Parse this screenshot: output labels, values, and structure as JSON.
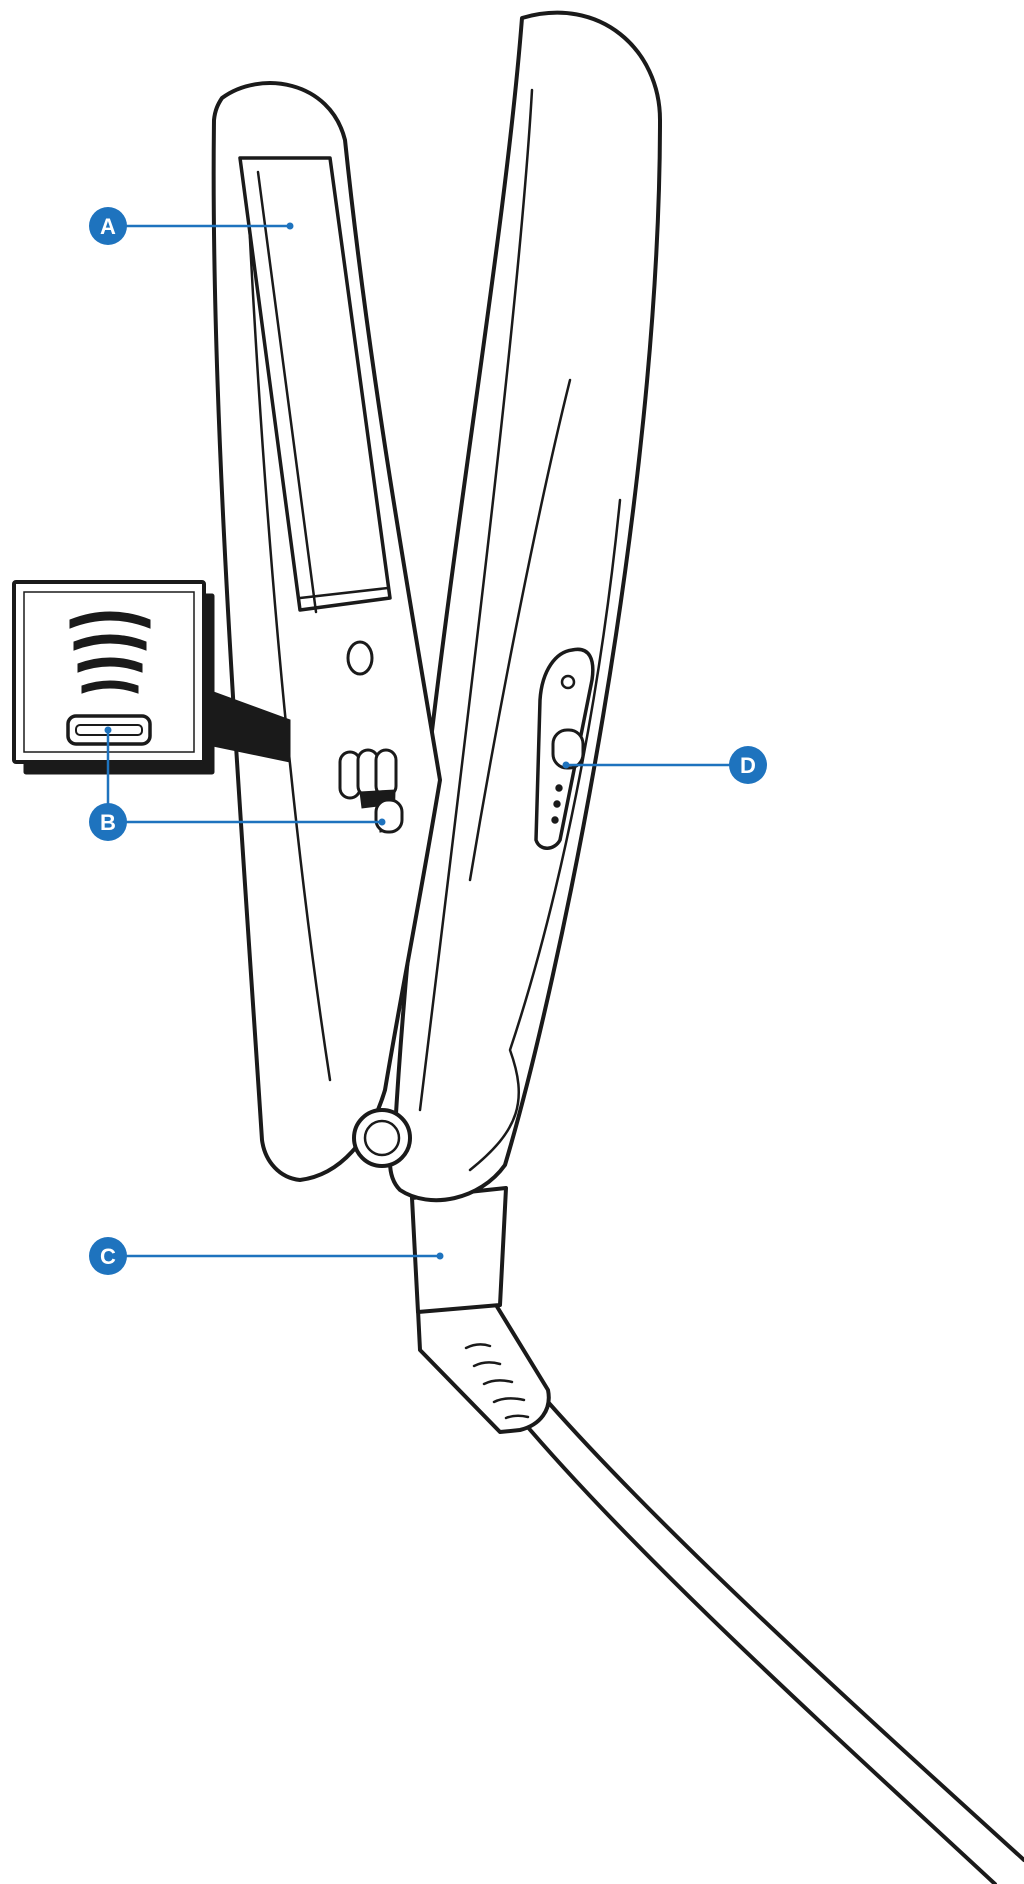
{
  "diagram": {
    "callouts": [
      {
        "id": "A",
        "label": "A"
      },
      {
        "id": "B",
        "label": "B"
      },
      {
        "id": "C",
        "label": "C"
      },
      {
        "id": "D",
        "label": "D"
      }
    ],
    "colors": {
      "callout": "#1e73be",
      "line": "#1a1a1a"
    },
    "icons": [
      "hair-straightener-illustration",
      "heat-indicator-inset"
    ]
  }
}
